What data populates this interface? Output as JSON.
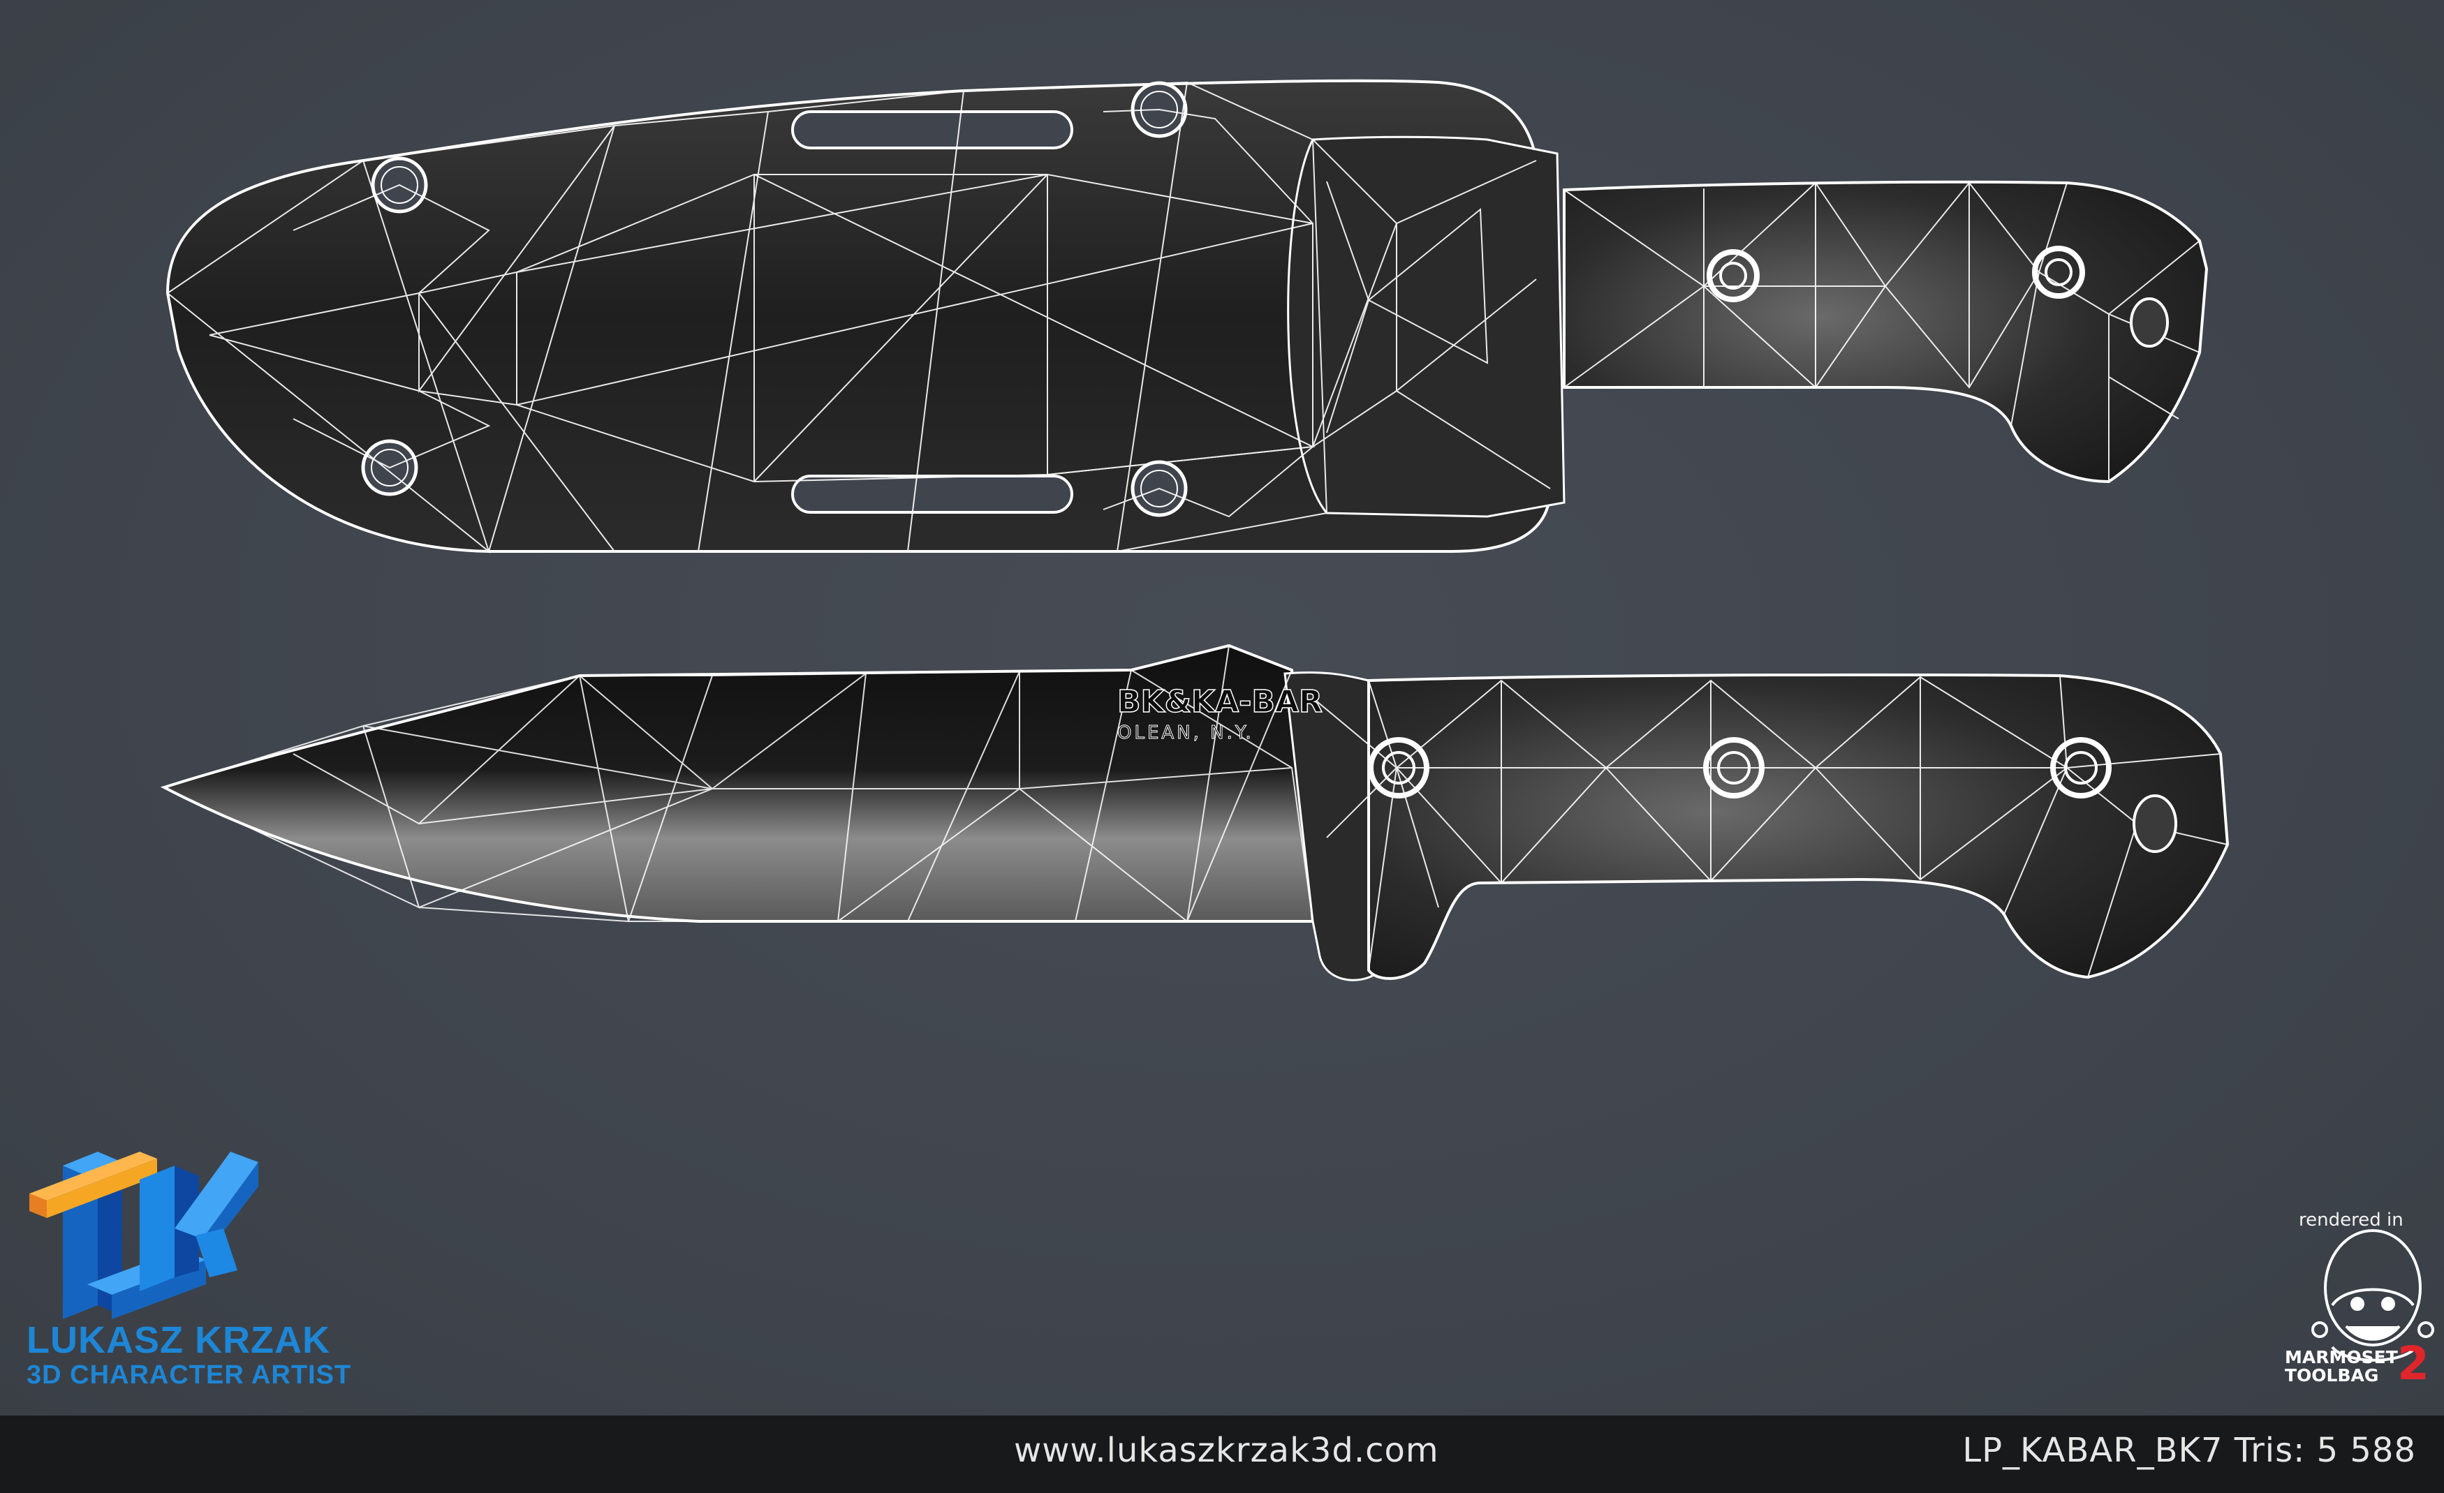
{
  "footer": {
    "website": "www.lukaszkrzak3d.com",
    "model_info": "LP_KABAR_BK7 Tris: 5 588"
  },
  "branding": {
    "artist_name": "LUKASZ KRZAK",
    "artist_role": "3D CHARACTER ARTIST",
    "logo_letters": "LK",
    "rendered_in": "rendered in",
    "renderer_line1": "MARMOSET",
    "renderer_line2": "TOOLBAG",
    "renderer_version": "2"
  },
  "blade_stamp": {
    "line1": "BK&KA-BAR",
    "line2": "OLEAN, N.Y."
  },
  "colors": {
    "background": "#40454d",
    "footer_bg": "#18191b",
    "wire": "#ffffff",
    "logo_blue": "#1d86d6",
    "logo_orange": "#f5a623",
    "marmoset_red": "#e0262b"
  },
  "icons": {
    "artist_logo": "lk-cube-logo-icon",
    "renderer_logo": "marmoset-monkey-icon"
  }
}
